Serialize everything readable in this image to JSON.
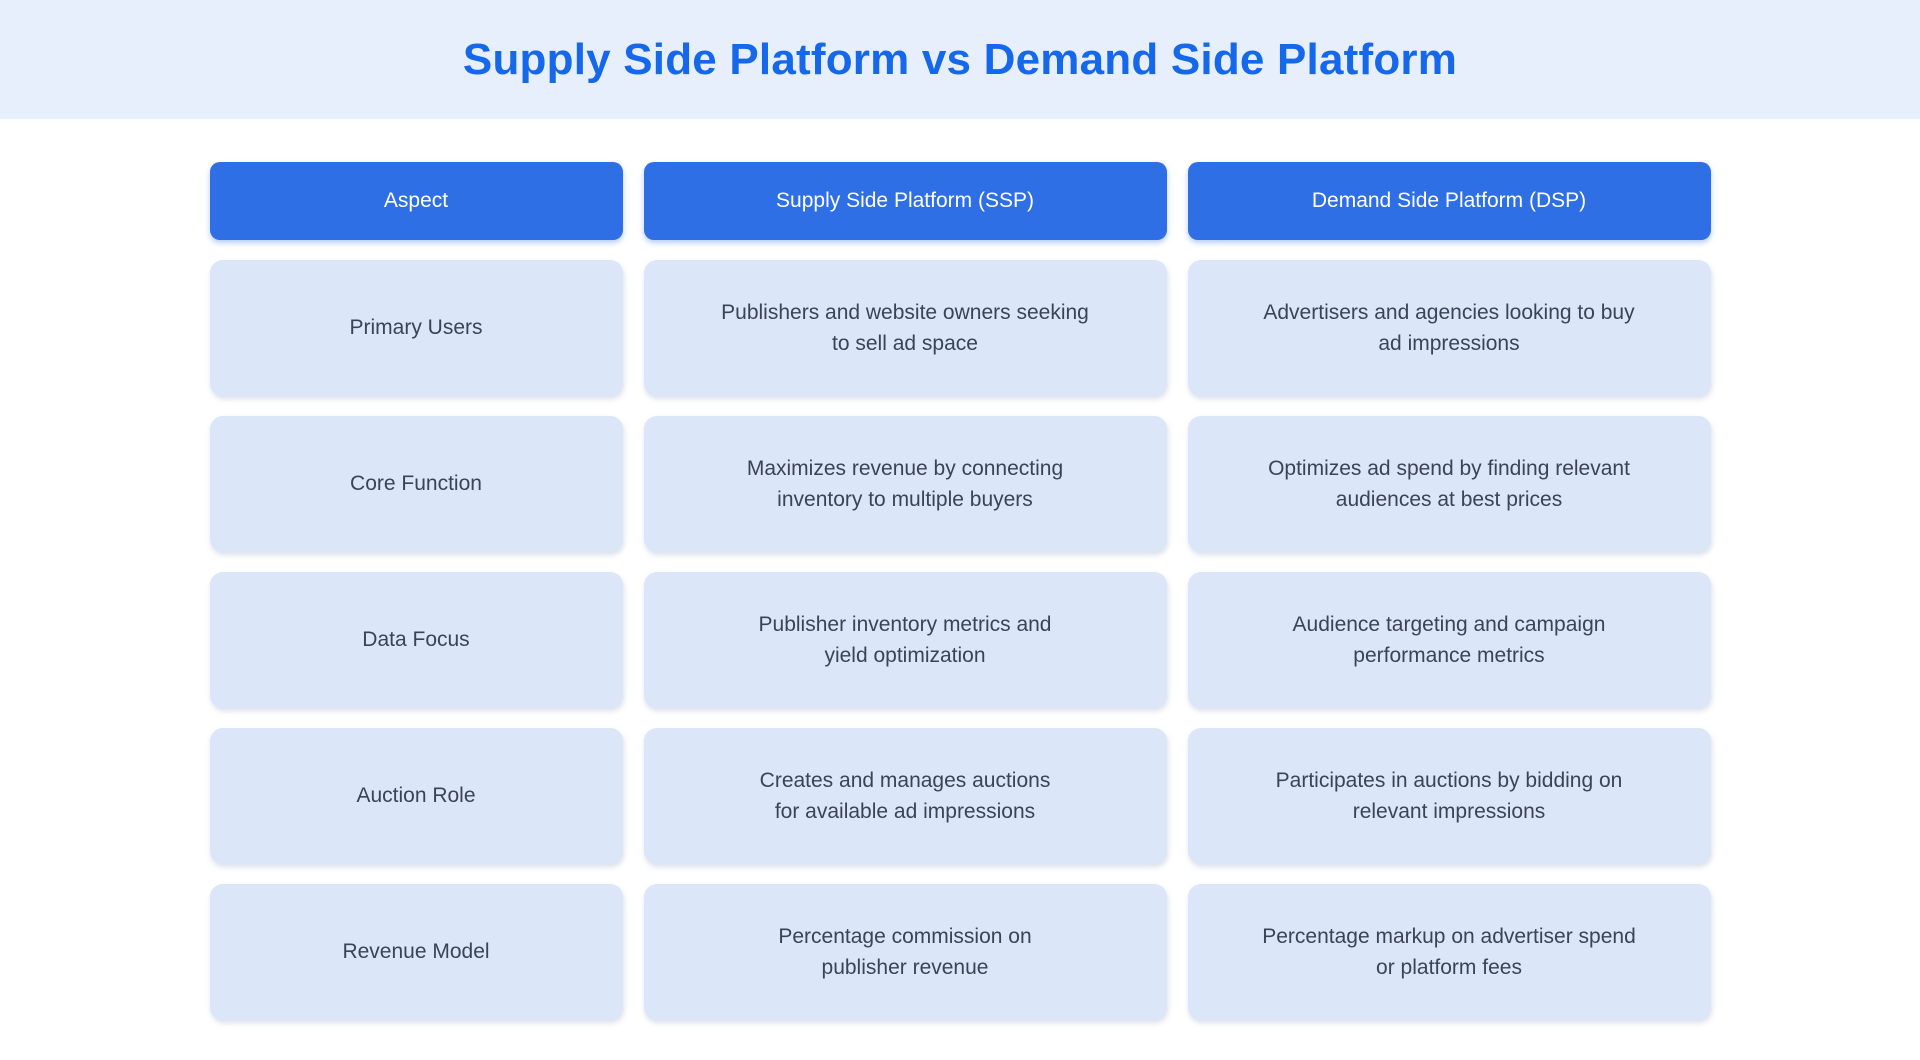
{
  "title": "Supply Side Platform vs Demand Side Platform",
  "colors": {
    "accent_blue": "#2e6fe5",
    "title_text_blue": "#1568e9",
    "title_band_bg": "#e7eefc",
    "cell_bg": "#dce6f9",
    "cell_text": "#3b4455",
    "header_text": "#ffffff",
    "page_bg": "#ffffff"
  },
  "table": {
    "headers": [
      "Aspect",
      "Supply Side Platform (SSP)",
      "Demand Side Platform (DSP)"
    ],
    "rows": [
      {
        "aspect": "Primary Users",
        "ssp": "Publishers and website owners seeking\nto sell ad space",
        "dsp": "Advertisers and agencies looking to buy\nad impressions"
      },
      {
        "aspect": "Core Function",
        "ssp": "Maximizes revenue by connecting\ninventory to multiple buyers",
        "dsp": "Optimizes ad spend by finding relevant\naudiences at best prices"
      },
      {
        "aspect": "Data Focus",
        "ssp": "Publisher inventory metrics and\nyield optimization",
        "dsp": "Audience targeting and campaign\nperformance metrics"
      },
      {
        "aspect": "Auction Role",
        "ssp": "Creates and manages auctions\nfor available ad impressions",
        "dsp": "Participates in auctions by bidding on\nrelevant impressions"
      },
      {
        "aspect": "Revenue Model",
        "ssp": "Percentage commission on\npublisher revenue",
        "dsp": "Percentage markup on advertiser spend\nor platform fees"
      }
    ]
  }
}
